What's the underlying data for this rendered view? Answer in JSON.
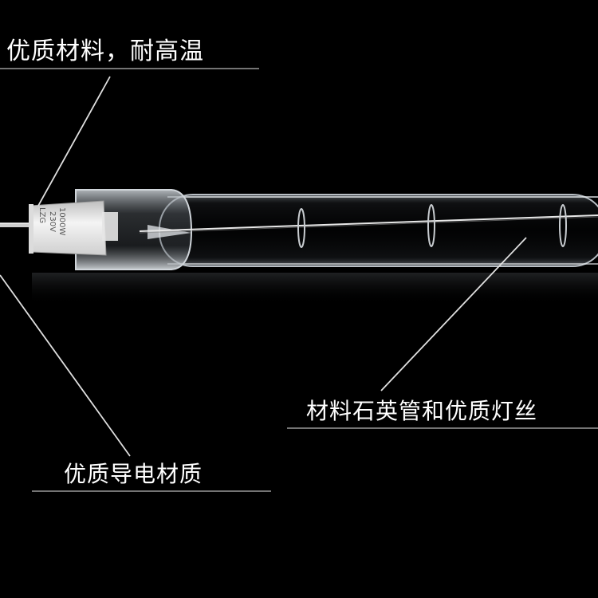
{
  "callouts": {
    "top": "优质材料，耐高温",
    "right": "材料石英管和优质灯丝",
    "bottom": "优质导电材质"
  },
  "lamp_markings": [
    "LZG",
    "230V",
    "1000W"
  ],
  "colors": {
    "background": "#000000",
    "text": "#ffffff",
    "glass": "#d8dde2",
    "cap": "#ececec"
  }
}
